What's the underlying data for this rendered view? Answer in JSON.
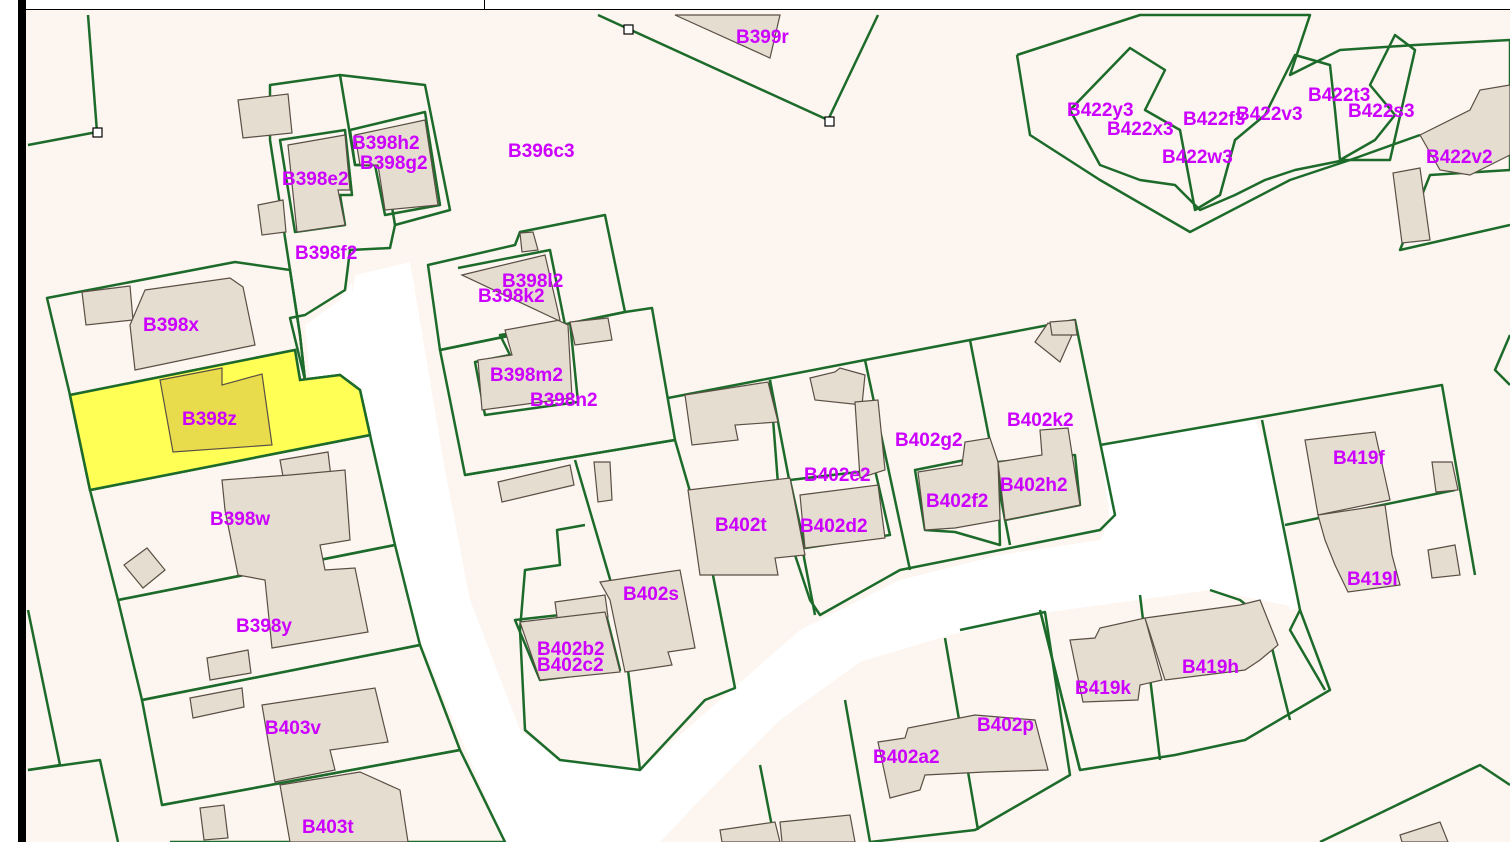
{
  "map": {
    "colors": {
      "ground": "#fdf5ef",
      "road": "#ffffff",
      "parcel_stroke": "#1c6b2a",
      "building_fill": "#e6ddd1",
      "building_stroke": "#5a4f45",
      "highlight_fill": "#ffff55",
      "highlight_building": "#e8dc4c",
      "label_color": "#cc00ff"
    },
    "highlighted_parcel": "B398z",
    "labels": [
      {
        "id": "B399r",
        "text": "B399r"
      },
      {
        "id": "B396c3",
        "text": "B396c3"
      },
      {
        "id": "B398h2",
        "text": "B398h2"
      },
      {
        "id": "B398g2",
        "text": "B398g2"
      },
      {
        "id": "B398e2",
        "text": "B398e2"
      },
      {
        "id": "B398f2",
        "text": "B398f2"
      },
      {
        "id": "B398l2",
        "text": "B398l2"
      },
      {
        "id": "B398k2",
        "text": "B398k2"
      },
      {
        "id": "B398x",
        "text": "B398x"
      },
      {
        "id": "B398m2",
        "text": "B398m2"
      },
      {
        "id": "B398n2",
        "text": "B398n2"
      },
      {
        "id": "B398z",
        "text": "B398z"
      },
      {
        "id": "B398w",
        "text": "B398w"
      },
      {
        "id": "B398y",
        "text": "B398y"
      },
      {
        "id": "B403v",
        "text": "B403v"
      },
      {
        "id": "B403t",
        "text": "B403t"
      },
      {
        "id": "B402e2",
        "text": "B402e2"
      },
      {
        "id": "B402g2",
        "text": "B402g2"
      },
      {
        "id": "B402k2",
        "text": "B402k2"
      },
      {
        "id": "B402f2",
        "text": "B402f2"
      },
      {
        "id": "B402h2",
        "text": "B402h2"
      },
      {
        "id": "B402t",
        "text": "B402t"
      },
      {
        "id": "B402d2",
        "text": "B402d2"
      },
      {
        "id": "B402s",
        "text": "B402s"
      },
      {
        "id": "B402b2",
        "text": "B402b2"
      },
      {
        "id": "B402c2",
        "text": "B402c2"
      },
      {
        "id": "B402a2",
        "text": "B402a2"
      },
      {
        "id": "B402p",
        "text": "B402p"
      },
      {
        "id": "B419k",
        "text": "B419k"
      },
      {
        "id": "B419h",
        "text": "B419h"
      },
      {
        "id": "B419f",
        "text": "B419f"
      },
      {
        "id": "B419l",
        "text": "B419l"
      },
      {
        "id": "B422y3",
        "text": "B422y3"
      },
      {
        "id": "B422x3",
        "text": "B422x3"
      },
      {
        "id": "B422f3",
        "text": "B422f3"
      },
      {
        "id": "B422v3",
        "text": "B422v3"
      },
      {
        "id": "B422t3",
        "text": "B422t3"
      },
      {
        "id": "B422s3",
        "text": "B422s3"
      },
      {
        "id": "B422w3",
        "text": "B422w3"
      },
      {
        "id": "B422v2",
        "text": "B422v2"
      }
    ]
  }
}
